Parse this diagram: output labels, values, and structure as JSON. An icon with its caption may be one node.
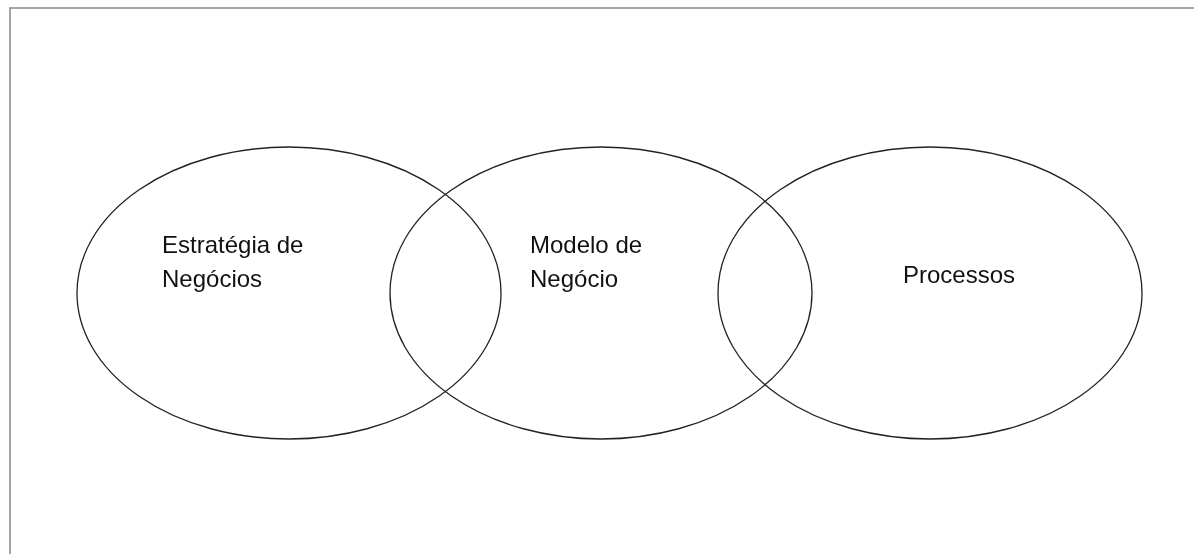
{
  "diagram": {
    "nodes": [
      {
        "text": [
          "Estratégia de Negócios"
        ]
      },
      {
        "text": [
          "Modelo de Negócio"
        ]
      },
      {
        "text": [
          "Processos"
        ]
      }
    ]
  }
}
